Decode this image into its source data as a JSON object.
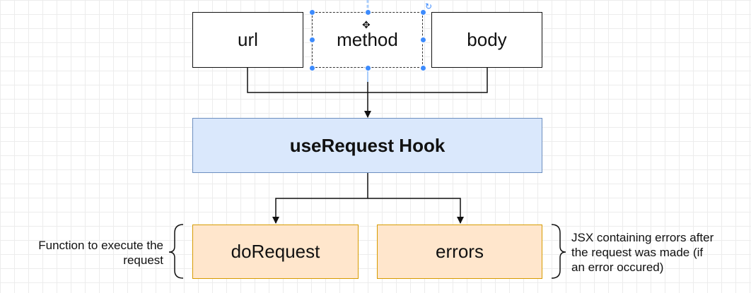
{
  "diagram": {
    "inputs": [
      {
        "label": "url"
      },
      {
        "label": "method"
      },
      {
        "label": "body"
      }
    ],
    "hook": {
      "label": "useRequest Hook"
    },
    "outputs": [
      {
        "label": "doRequest"
      },
      {
        "label": "errors"
      }
    ],
    "notes": {
      "left": [
        "Function to execute the",
        "request"
      ],
      "right": [
        "JSX containing errors after",
        "the request was made (if",
        "an error occured)"
      ]
    }
  },
  "selection": {
    "rotate_icon": "rotate-icon",
    "move_icon": "move-cursor-icon"
  },
  "colors": {
    "hook_fill": "#dae8fc",
    "hook_stroke": "#6c8ebf",
    "output_fill": "#ffe6cc",
    "output_stroke": "#d79b00",
    "selection": "#3d8bfd"
  }
}
